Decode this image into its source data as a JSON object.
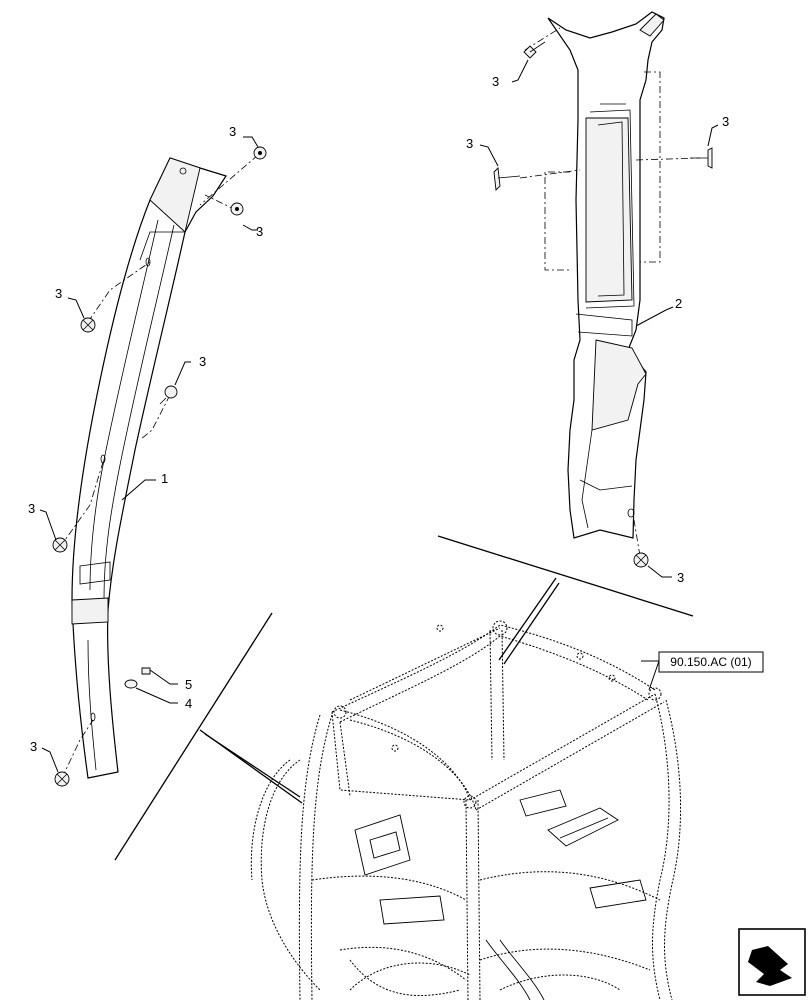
{
  "callouts": {
    "c1": "1",
    "c2": "2",
    "c3": "3",
    "c4": "4",
    "c5": "5"
  },
  "reference": {
    "label": "90.150.AC (01)"
  },
  "icons": {
    "nav": "page-turn-arrow-icon"
  }
}
